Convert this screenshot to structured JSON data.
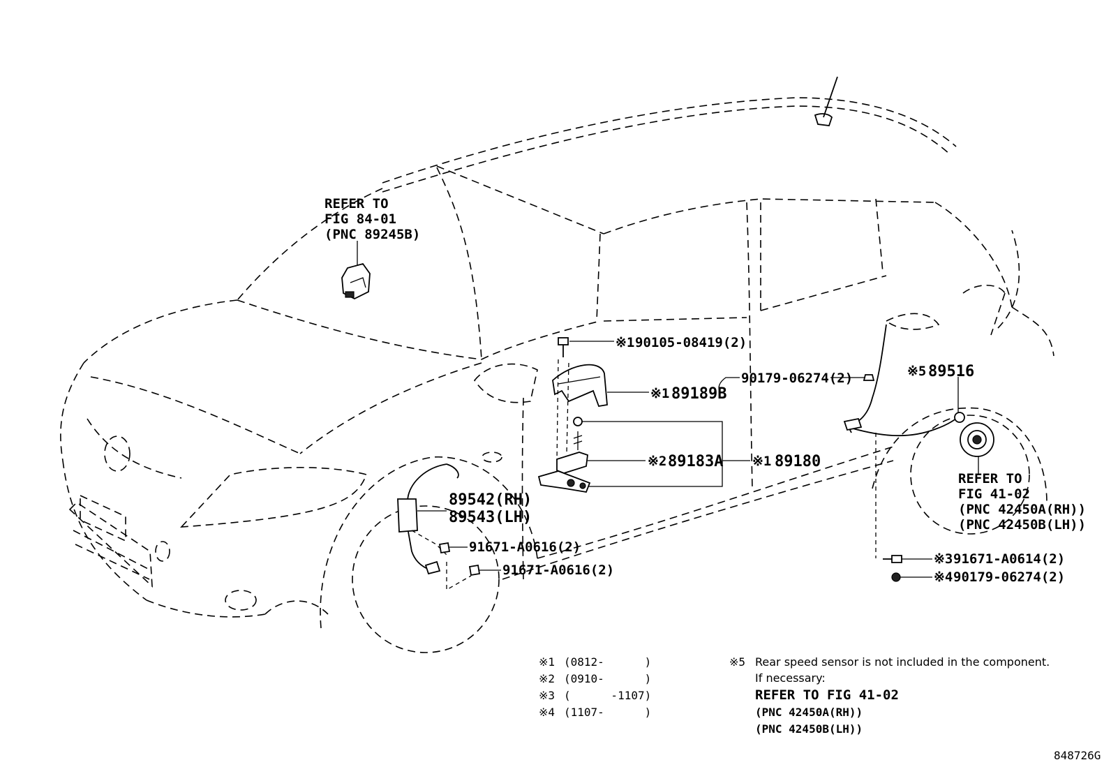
{
  "diagram": {
    "figure_id": "848726G",
    "refer_airbag": {
      "line1": "REFER TO",
      "line2": "FIG 84-01",
      "line3": "(PNC 89245B)"
    },
    "refer_rear": {
      "line1": "REFER TO",
      "line2": "FIG 41-02",
      "line3": "(PNC 42450A(RH))",
      "line4": "(PNC 42450B(LH))"
    },
    "parts": {
      "bolt_90105": {
        "mark": "※1",
        "number": "90105-08419(2)"
      },
      "bracket_89189b": {
        "mark": "※1",
        "number": "89189B"
      },
      "nut_90179_top": {
        "number": "90179-06274(2)"
      },
      "sensor_89516": {
        "mark": "※5",
        "number": "89516"
      },
      "ecu_89183a": {
        "mark": "※2",
        "number": "89183A"
      },
      "assy_89180": {
        "mark": "※1",
        "number": "89180"
      },
      "front_sensor_rh": {
        "number": "89542(RH)"
      },
      "front_sensor_lh": {
        "number": "89543(LH)"
      },
      "bolt_91671_a": {
        "number": "91671-A0616(2)"
      },
      "bolt_91671_b": {
        "number": "91671-A0616(2)"
      },
      "bolt_91671_a0614": {
        "mark": "※3",
        "number": "91671-A0614(2)"
      },
      "nut_90179_bottom": {
        "mark": "※4",
        "number": "90179-06274(2)"
      }
    },
    "legend": [
      {
        "mark": "※1",
        "range": "(0812-      )"
      },
      {
        "mark": "※2",
        "range": "(0910-      )"
      },
      {
        "mark": "※3",
        "range": "(      -1107)"
      },
      {
        "mark": "※4",
        "range": "(1107-      )"
      }
    ],
    "footnote": {
      "mark": "※5",
      "line1": "Rear speed sensor is not included in the component.",
      "line2": "If necessary:",
      "line3": "REFER TO FIG 41-02",
      "line4": "(PNC 42450A(RH))",
      "line5": "(PNC 42450B(LH))"
    }
  }
}
